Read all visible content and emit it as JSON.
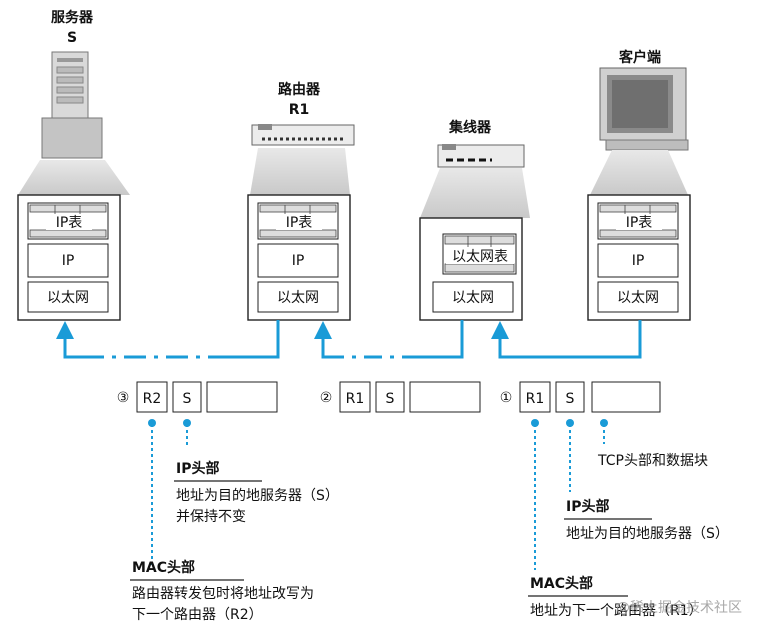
{
  "devices": {
    "server": {
      "name": "服务器",
      "sub": "S"
    },
    "router": {
      "name": "路由器",
      "sub": "R1"
    },
    "hub": {
      "name": "集线器"
    },
    "client": {
      "name": "客户端"
    }
  },
  "stacks": {
    "server": {
      "table": "IP表",
      "ip": "IP",
      "eth": "以太网"
    },
    "router": {
      "table": "IP表",
      "ip": "IP",
      "eth": "以太网"
    },
    "hub": {
      "table": "以太网表",
      "eth": "以太网"
    },
    "client": {
      "table": "IP表",
      "ip": "IP",
      "eth": "以太网"
    }
  },
  "packets": [
    {
      "step": "③",
      "mac": "R2",
      "ip": "S"
    },
    {
      "step": "②",
      "mac": "R1",
      "ip": "S"
    },
    {
      "step": "①",
      "mac": "R1",
      "ip": "S"
    }
  ],
  "notes": {
    "ip_left": {
      "title": "IP头部",
      "line1": "地址为目的地服务器（S）",
      "line2": "并保持不变"
    },
    "mac_left": {
      "title": "MAC头部",
      "line1": "路由器转发包时将地址改写为",
      "line2": "下一个路由器（R2）"
    },
    "tcp": {
      "text": "TCP头部和数据块"
    },
    "ip_right": {
      "title": "IP头部",
      "line1": "地址为目的地服务器（S）"
    },
    "mac_right": {
      "title": "MAC头部",
      "line1": "地址为下一个路由器（R1）"
    }
  },
  "watermark": "@稀土掘金技术社区",
  "colors": {
    "accent": "#1a9bd7",
    "frame": "#222222",
    "fill": "#e6e6e6"
  }
}
